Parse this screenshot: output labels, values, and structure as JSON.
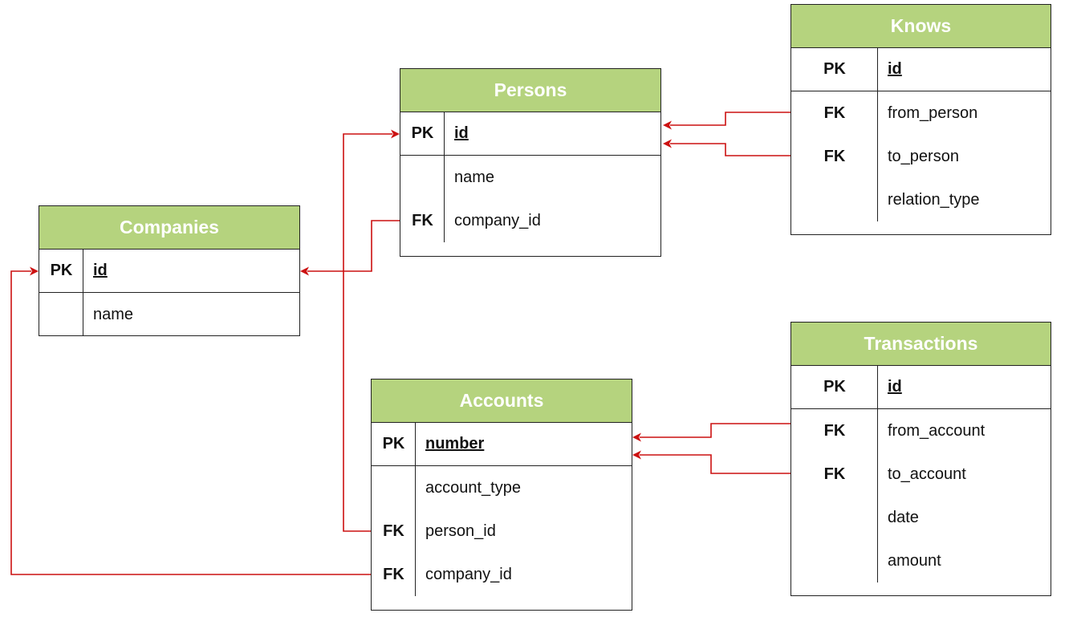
{
  "diagram": {
    "link_color": "#cc1111",
    "header_color": "#b5d37e",
    "tables": {
      "persons": {
        "title": "Persons",
        "rows": [
          {
            "key": "PK",
            "name": "id"
          },
          {
            "key": "",
            "name": "name"
          },
          {
            "key": "FK",
            "name": "company_id"
          }
        ]
      },
      "knows": {
        "title": "Knows",
        "rows": [
          {
            "key": "PK",
            "name": "id"
          },
          {
            "key": "FK",
            "name": "from_person"
          },
          {
            "key": "FK",
            "name": "to_person"
          },
          {
            "key": "",
            "name": "relation_type"
          }
        ]
      },
      "companies": {
        "title": "Companies",
        "rows": [
          {
            "key": "PK",
            "name": "id"
          },
          {
            "key": "",
            "name": "name"
          }
        ]
      },
      "transactions": {
        "title": "Transactions",
        "rows": [
          {
            "key": "PK",
            "name": "id"
          },
          {
            "key": "FK",
            "name": "from_account"
          },
          {
            "key": "FK",
            "name": "to_account"
          },
          {
            "key": "",
            "name": "date"
          },
          {
            "key": "",
            "name": "amount"
          }
        ]
      },
      "accounts": {
        "title": "Accounts",
        "rows": [
          {
            "key": "PK",
            "name": "number"
          },
          {
            "key": "",
            "name": "account_type"
          },
          {
            "key": "FK",
            "name": "person_id"
          },
          {
            "key": "FK",
            "name": "company_id"
          }
        ]
      }
    }
  }
}
